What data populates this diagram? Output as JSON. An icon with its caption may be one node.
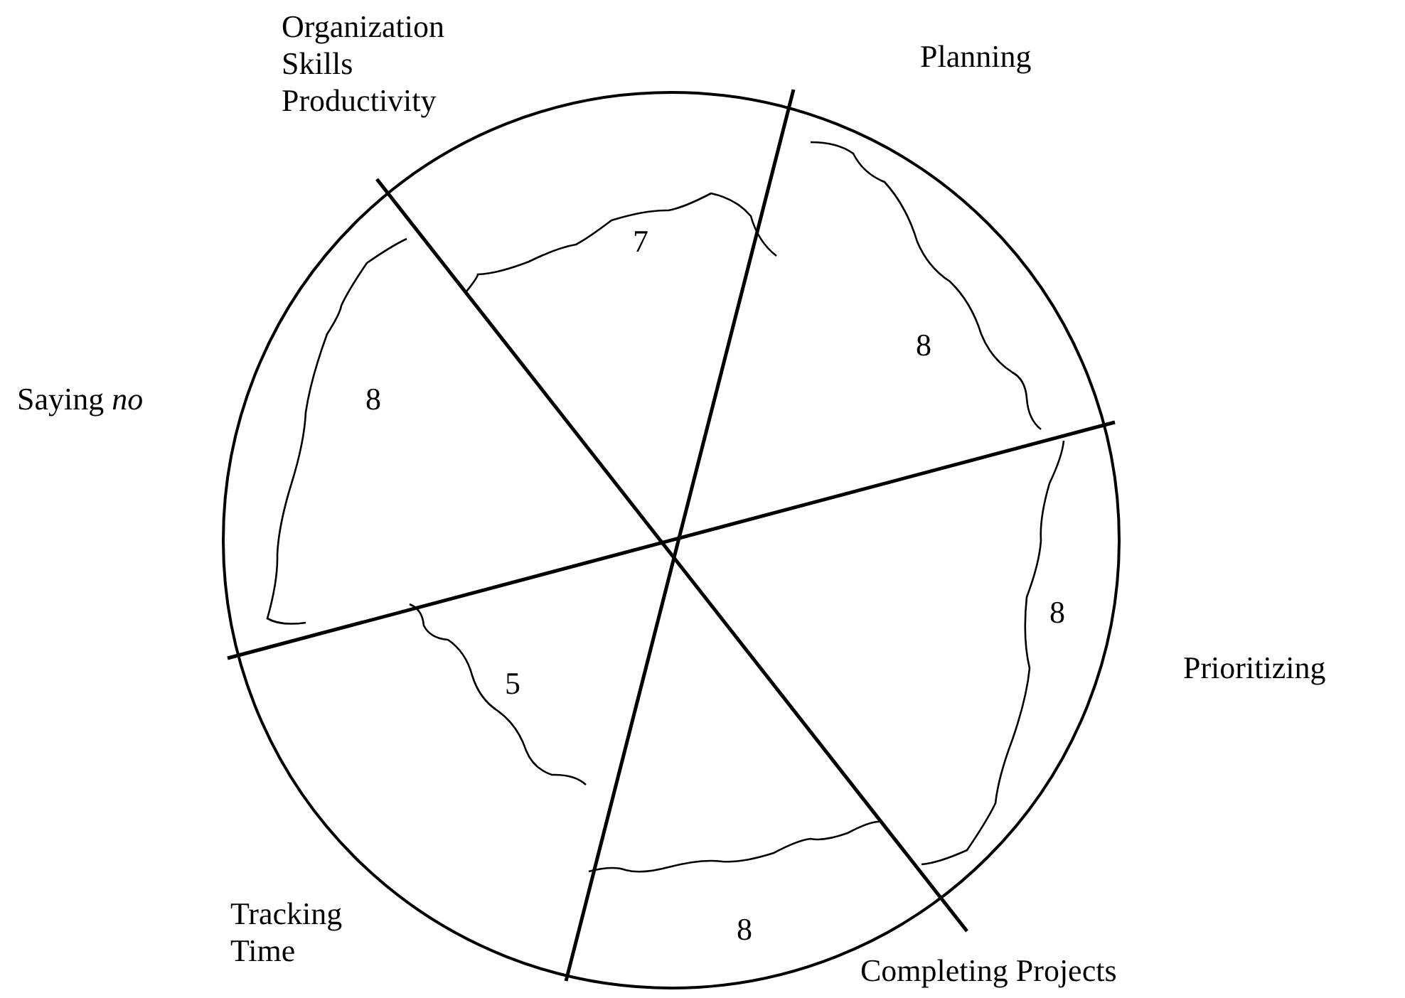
{
  "diagram": {
    "labels": [
      "Organization Skills Productivity",
      "Planning",
      "7",
      "8",
      "Saying *no*",
      "8",
      "8",
      "Prioritizing",
      "5",
      "Tracking Time",
      "8",
      "Completing Projects"
    ]
  }
}
